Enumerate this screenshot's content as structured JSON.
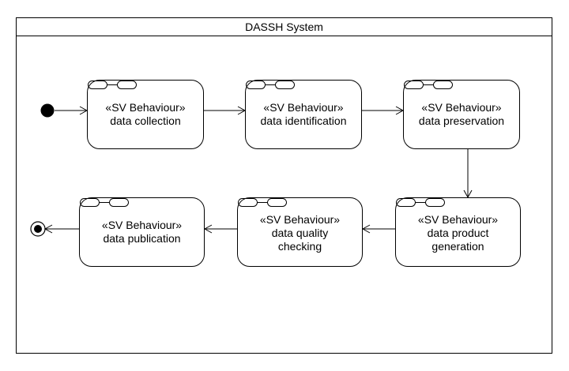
{
  "frame": {
    "title": "DASSH System"
  },
  "actions": [
    {
      "stereotype": "«SV Behaviour»",
      "lines": [
        "data collection"
      ]
    },
    {
      "stereotype": "«SV Behaviour»",
      "lines": [
        "data identification"
      ]
    },
    {
      "stereotype": "«SV Behaviour»",
      "lines": [
        "data preservation"
      ]
    },
    {
      "stereotype": "«SV Behaviour»",
      "lines": [
        "data product",
        "generation"
      ]
    },
    {
      "stereotype": "«SV Behaviour»",
      "lines": [
        "data quality",
        "checking"
      ]
    },
    {
      "stereotype": "«SV Behaviour»",
      "lines": [
        "data publication"
      ]
    }
  ]
}
